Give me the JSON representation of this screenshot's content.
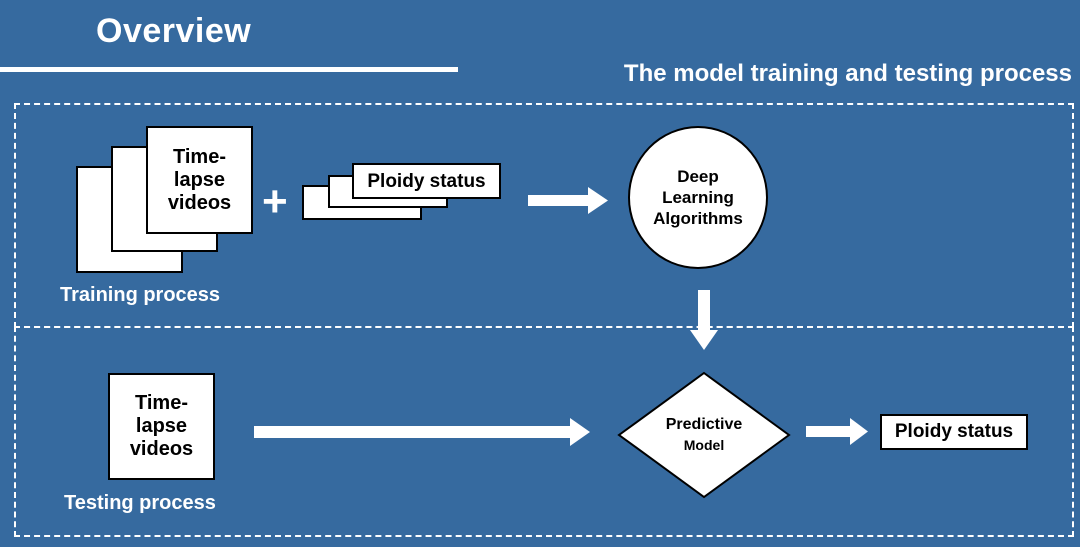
{
  "header": {
    "title": "Overview",
    "subtitle": "The model training and testing process"
  },
  "training": {
    "videos_label": "Time-\nlapse\nvideos",
    "plus": "+",
    "ploidy_label": "Ploidy status",
    "section_label": "Training process",
    "algorithm_label": "Deep\nLearning\nAlgorithms"
  },
  "testing": {
    "videos_label": "Time-\nlapse\nvideos",
    "section_label": "Testing process",
    "model_title": "Predictive",
    "model_subtitle": "Model",
    "output_label": "Ploidy status"
  },
  "colors": {
    "background": "#366a9f",
    "foreground": "#ffffff",
    "outline": "#000000"
  }
}
